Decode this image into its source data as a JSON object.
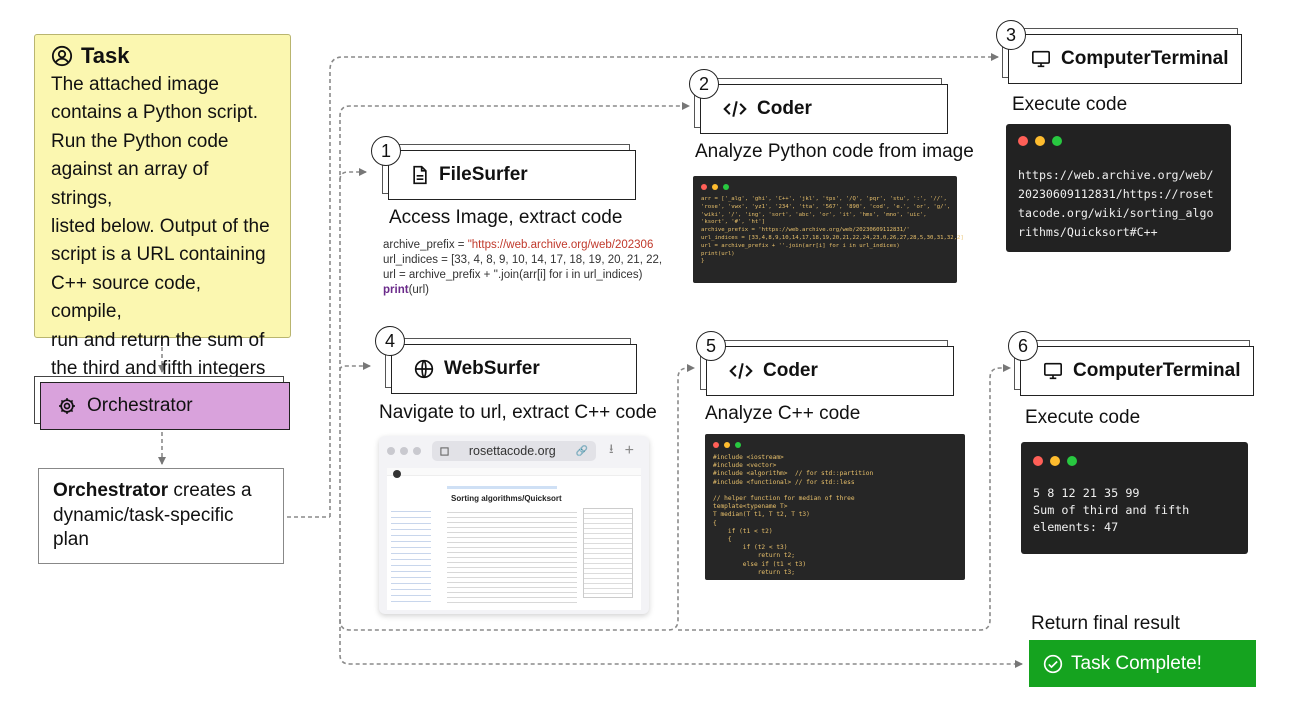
{
  "task": {
    "title": "Task",
    "lines": [
      "The attached image",
      "contains a Python script.",
      "Run the Python code",
      "against an array of strings,",
      "listed below. Output of the",
      "script is a URL containing",
      "C++ source code, compile,",
      "run and return the sum of",
      "the third and fifth integers .."
    ]
  },
  "orchestrator": {
    "label": "Orchestrator"
  },
  "plan": {
    "bold": "Orchestrator",
    "rest": " creates a",
    "line2": "dynamic/task-specific",
    "line3": "plan"
  },
  "steps": [
    {
      "number": "1",
      "agent": "FileSurfer",
      "icon": "file-icon",
      "caption": "Access Image, extract code"
    },
    {
      "number": "2",
      "agent": "Coder",
      "icon": "code-icon",
      "caption": "Analyze  Python code from image"
    },
    {
      "number": "3",
      "agent": "ComputerTerminal",
      "icon": "monitor-icon",
      "caption": "Execute code"
    },
    {
      "number": "4",
      "agent": "WebSurfer",
      "icon": "globe-icon",
      "caption": "Navigate to url, extract C++ code"
    },
    {
      "number": "5",
      "agent": "Coder",
      "icon": "code-icon",
      "caption": "Analyze C++ code"
    },
    {
      "number": "6",
      "agent": "ComputerTerminal",
      "icon": "monitor-icon",
      "caption": "Execute code"
    }
  ],
  "snippet": {
    "line1_a": "archive_prefix = ",
    "line1_b": "\"https://web.archive.org/web/202306",
    "line2": "url_indices = [33, 4, 8, 9, 10, 14, 17, 18, 19, 20, 21, 22,",
    "line3": "url = archive_prefix + ''.join(arr[i] for i in url_indices)",
    "line4_kw": "print",
    "line4_rest": "(url)"
  },
  "python_code": "arr = ['_alg', 'ghi', 'C++', 'jkl', 'tps', '/Q', 'pqr', 'stu', ':', '//',\n'rose', 'vwx', 'yz1', '234', 'tta', '567', '890', 'cod', 'e.', 'or', 'g/',\n'wiki', '/', 'ing', 'sort', 'abc', 'or', 'it', 'hms', 'mno', 'uic',\n'ksort', '#', 'ht']\narchive_prefix = 'https://web.archive.org/web/20230609112831/'\nurl_indices = [33,4,8,9,10,14,17,18,19,20,21,22,24,23,0,26,27,28,5,30,31,32,2]\nurl = archive_prefix + ''.join(arr[i] for i in url_indices)\nprint(url)\n}",
  "cpp_code": "#include <iostream>\n#include <vector>\n#include <algorithm>  // for std::partition\n#include <functional> // for std::less\n\n// helper function for median of three\ntemplate<typename T>\nT median(T t1, T t2, T t3)\n{\n    if (t1 < t2)\n    {\n        if (t2 < t3)\n            return t2;\n        else if (t1 < t3)\n            return t3;",
  "terminal1": {
    "output": "https://web.archive.org/web/\n20230609112831/https://roset\ntacode.org/wiki/sorting_algo\nrithms/Quicksort#C++"
  },
  "terminal2": {
    "output": "5 8 12 21 35 99\nSum of third and fifth\nelements: 47"
  },
  "browser": {
    "url": "rosettacode.org",
    "page_title": "Sorting algorithms/Quicksort"
  },
  "final": {
    "caption": "Return final result",
    "label": "Task Complete!"
  },
  "colors": {
    "task_bg": "#fbf7b0",
    "orchestrator_bg": "#d9a2dc",
    "complete_bg": "#15a31f",
    "terminal_bg": "#222222"
  }
}
